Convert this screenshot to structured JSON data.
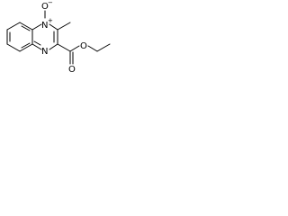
{
  "molecule": {
    "atoms": {
      "n_oxide_n": "N",
      "n_oxide_charge": "+",
      "n_oxide_o": "O",
      "n_oxide_o_charge": "−",
      "ring_n": "N",
      "ester_carbonyl_o": "O",
      "ester_ether_o": "O"
    },
    "colors": {
      "bond": "#000000",
      "label": "#000000",
      "background": "#ffffff"
    }
  }
}
